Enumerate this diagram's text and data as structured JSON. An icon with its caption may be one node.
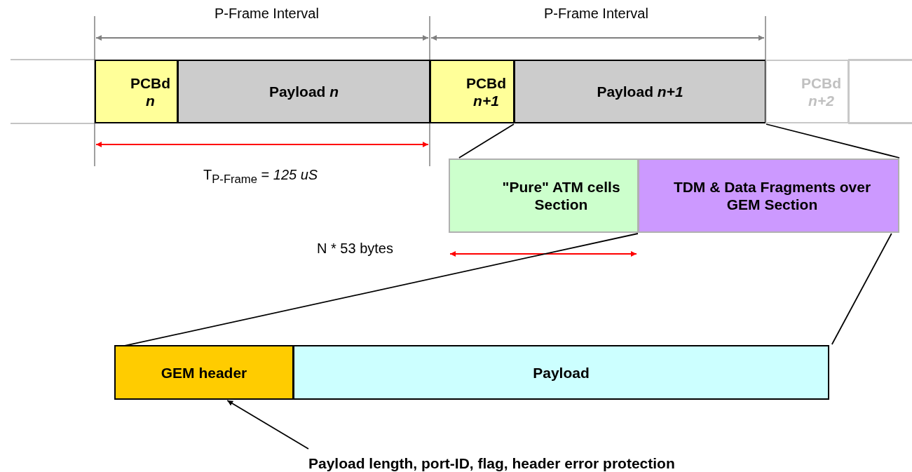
{
  "diagram": {
    "nodes": [
      {
        "text": [
          "PCBd *n*"
        ]
      },
      {
        "text": [
          "Payload *n*"
        ]
      },
      {
        "text": [
          "PCBd *n+1*"
        ]
      },
      {
        "text": [
          "Payload *n+1*"
        ]
      },
      {
        "text": [
          "PCBd *n+2*"
        ]
      },
      {
        "text": [],
        "shape": "box"
      },
      {
        "text": [
          "\"Pure\" ATM cells Section"
        ]
      },
      {
        "text": [
          "TDM & Data Fragments over GEM Section"
        ]
      },
      {
        "text": [
          "GEM header"
        ]
      },
      {
        "text": [
          "Payload"
        ]
      },
      {
        "text": [
          "Payload length, port-ID, flag, header error protection"
        ]
      }
    ],
    "edges": [
      {
        "from": 3,
        "to": 6,
        "arrow": "none"
      },
      {
        "from": 3,
        "to": 7,
        "arrow": "none"
      },
      {
        "from": 7,
        "to": 8,
        "arrow": "none"
      },
      {
        "from": 7,
        "to": 9,
        "arrow": "none"
      },
      {
        "from": 10,
        "to": 8,
        "arrow": "to"
      }
    ],
    "labels": [
      "P-Frame Interval",
      "P-Frame Interval",
      "T$_{P-Frame}$ = *125 uS*",
      "N * 53 bytes"
    ]
  }
}
